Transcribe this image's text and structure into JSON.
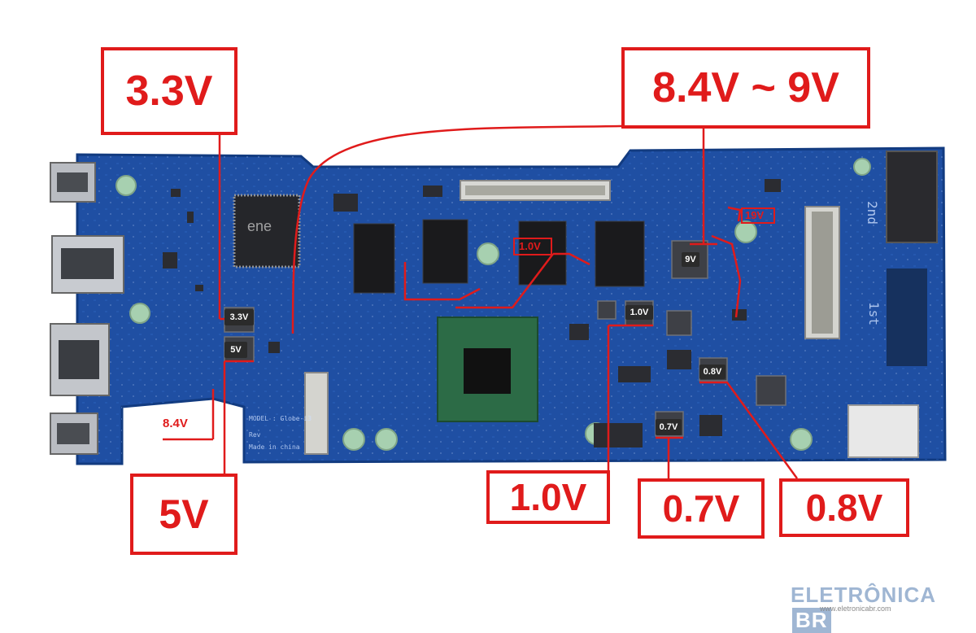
{
  "image_type": "annotated photograph of a laptop motherboard with voltage test points",
  "colors": {
    "board": "#1f4fa3",
    "board_dark": "#173e86",
    "annotation": "#e01b1b",
    "chip": "#1a1a1a",
    "pad": "#d9a066"
  },
  "callouts": {
    "v33": "3.3V",
    "v5": "5V",
    "v84_9": "8.4V ~ 9V",
    "v10": "1.0V",
    "v07": "0.7V",
    "v08": "0.8V"
  },
  "labels": {
    "tag_33": "3.3V",
    "tag_5": "5V",
    "tag_9": "9V",
    "tag_10": "1.0V",
    "tag_08": "0.8V",
    "tag_07": "0.7V",
    "red_10": "1.0V",
    "red_19": "19V",
    "red_84": "8.4V"
  },
  "silkscreen": {
    "chip_brand": "ene",
    "mark_2nd": "2nd",
    "mark_1st": "1st",
    "model_text": "MODEL : Globe-i3",
    "made_in": "Made in china",
    "rev": "Rev"
  },
  "watermark": {
    "brand": "ELETRÔNICA",
    "brand_box": "BR",
    "url": "www.eletronicabr.com"
  }
}
